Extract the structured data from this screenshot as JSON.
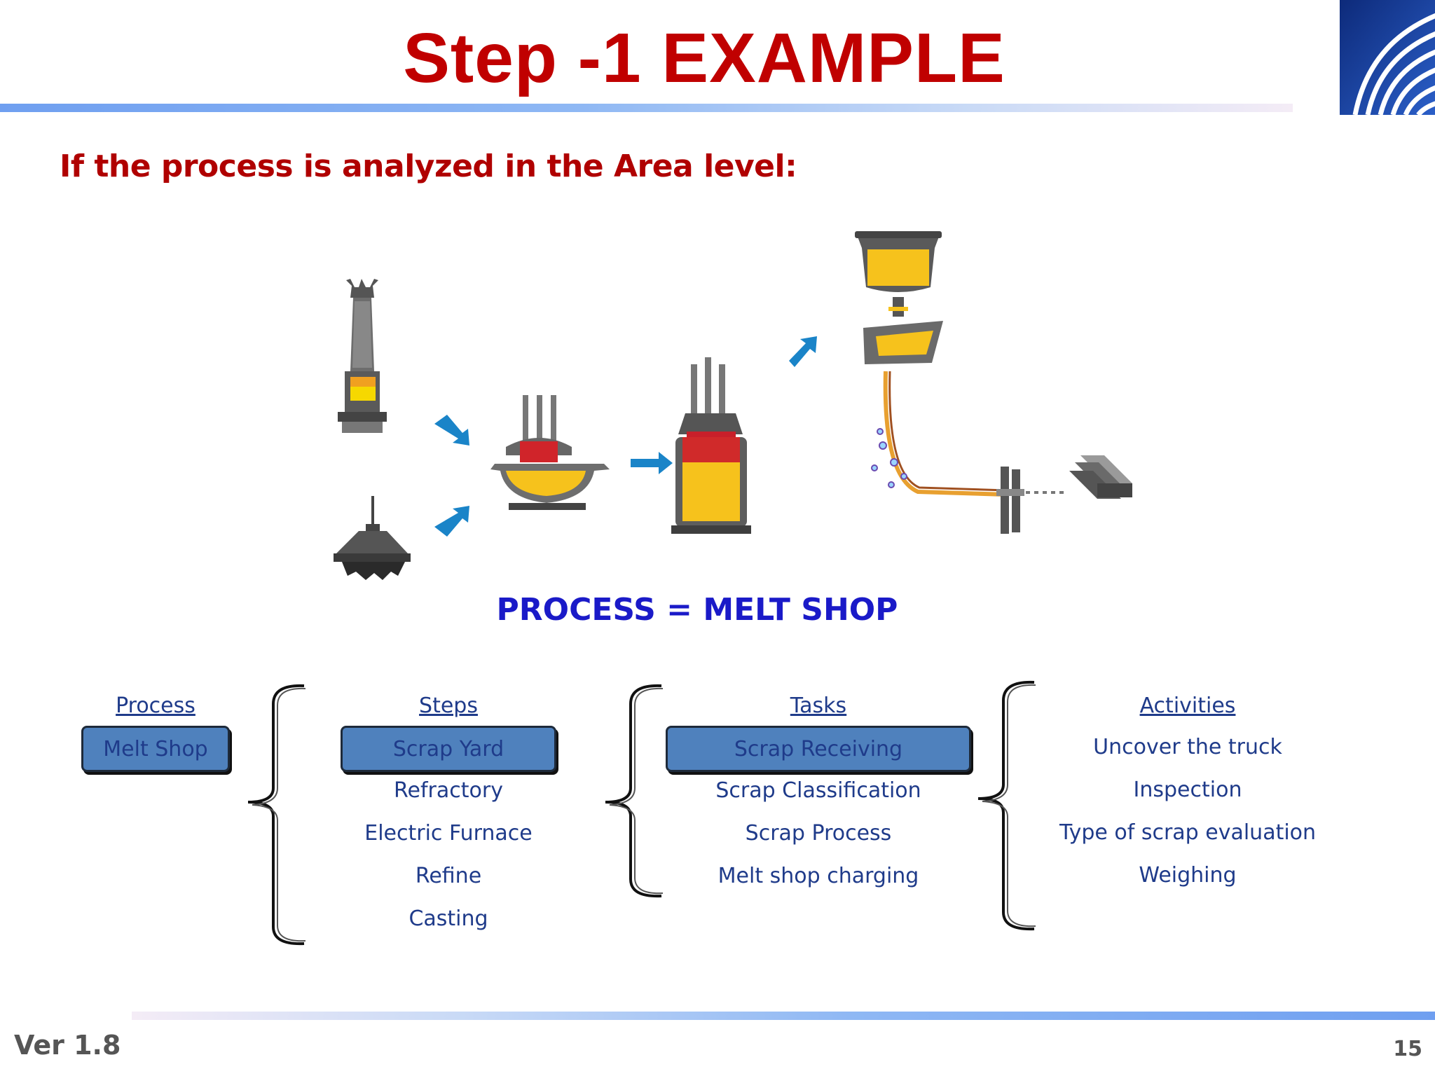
{
  "colors": {
    "title": "#c00000",
    "subtitle": "#b00000",
    "process_label": "#1a1ac8",
    "list_text": "#1f3b8a",
    "box_fill": "#4f81bd",
    "footer_text": "#555555",
    "arrow": "#1a84c8"
  },
  "slide": {
    "title": "Step -1  EXAMPLE",
    "subtitle": "If the process is analyzed in the Area level:",
    "process_label": "PROCESS = MELT SHOP"
  },
  "hierarchy": {
    "process": {
      "header": "Process",
      "items": [
        "Melt Shop"
      ],
      "highlighted": 0
    },
    "steps": {
      "header": "Steps",
      "items": [
        "Scrap Yard",
        "Refractory",
        "Electric Furnace",
        "Refine",
        "Casting"
      ],
      "highlighted": 0
    },
    "tasks": {
      "header": "Tasks",
      "items": [
        "Scrap Receiving",
        "Scrap Classification",
        "Scrap Process",
        "Melt shop charging"
      ],
      "highlighted": 0
    },
    "activities": {
      "header": "Activities",
      "items": [
        "Uncover the truck",
        "Inspection",
        "Type of scrap evaluation",
        "Weighing"
      ]
    }
  },
  "diagram": {
    "icons": [
      "blast-furnace-icon",
      "scrap-magnet-icon",
      "electric-arc-furnace-icon",
      "ladle-furnace-icon",
      "continuous-caster-icon",
      "billets-icon"
    ]
  },
  "footer": {
    "version": "Ver 1.8",
    "page_number": "15"
  }
}
